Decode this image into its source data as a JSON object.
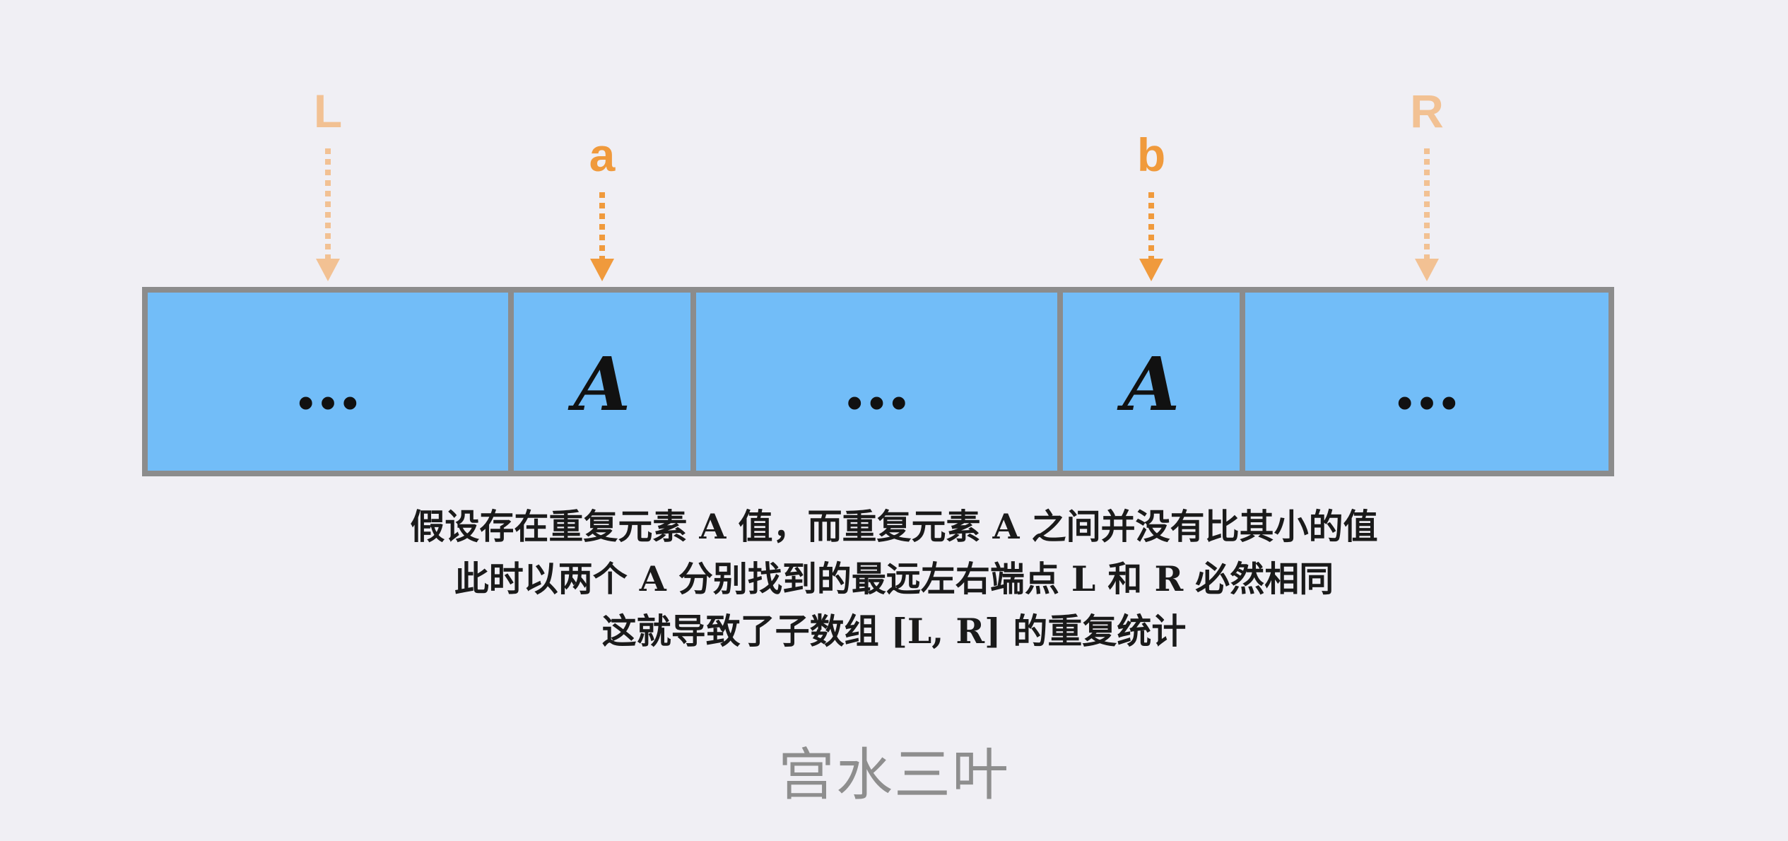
{
  "colors": {
    "background": "#f0eff4",
    "cell_fill": "#72bdf8",
    "cell_border": "#8c8c8c",
    "pointer_strong": "#f09a3c",
    "pointer_faded": "#f2c193",
    "watermark": "#8e8e8e"
  },
  "pointers": [
    {
      "label": "L",
      "style": "faded",
      "cell": 0
    },
    {
      "label": "a",
      "style": "strong",
      "cell": 1
    },
    {
      "label": "b",
      "style": "strong",
      "cell": 3
    },
    {
      "label": "R",
      "style": "faded",
      "cell": 4
    }
  ],
  "cells": [
    {
      "text": "…",
      "kind": "dots"
    },
    {
      "text": "A",
      "kind": "value"
    },
    {
      "text": "…",
      "kind": "dots"
    },
    {
      "text": "A",
      "kind": "value"
    },
    {
      "text": "…",
      "kind": "dots"
    }
  ],
  "caption": {
    "line1": "假设存在重复元素 A 值，而重复元素 A 之间并没有比其小的值",
    "line2": "此时以两个 A 分别找到的最远左右端点 L 和 R 必然相同",
    "line3": "这就导致了子数组 [L, R] 的重复统计"
  },
  "watermark": "宫水三叶"
}
